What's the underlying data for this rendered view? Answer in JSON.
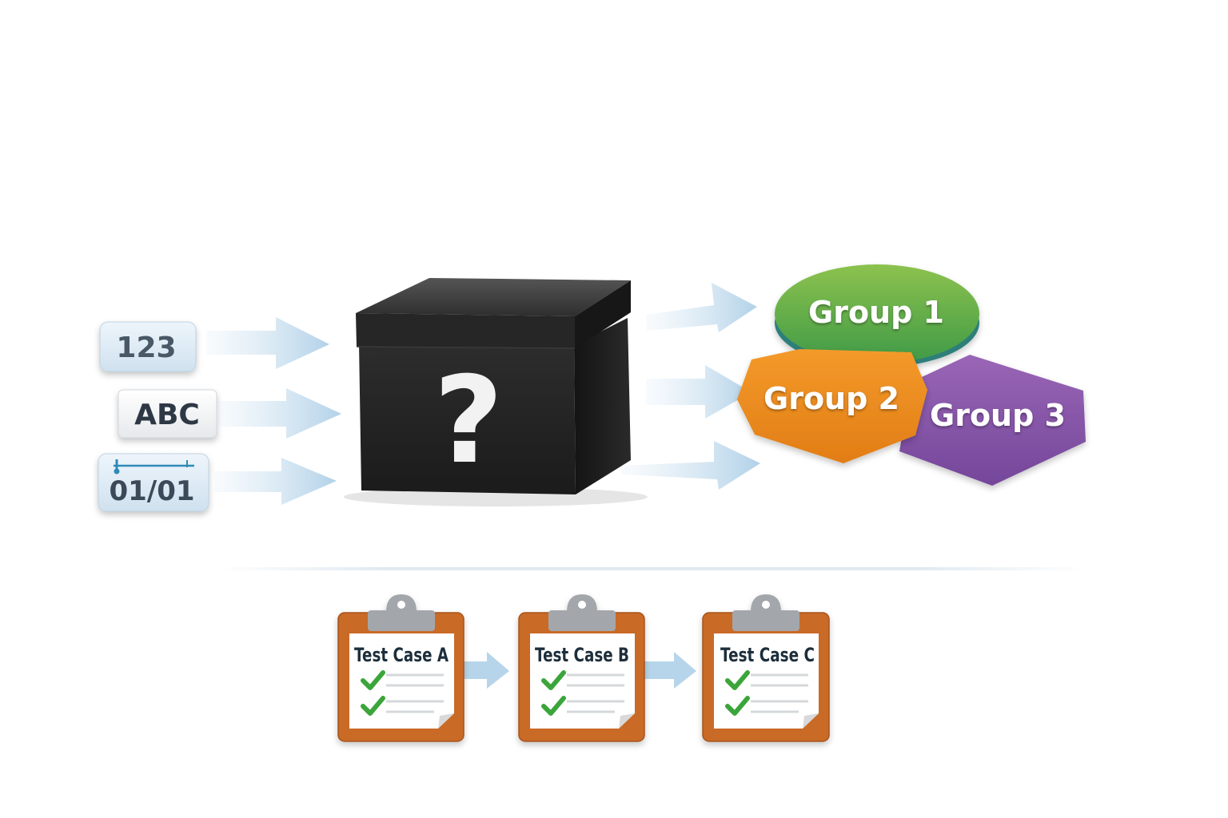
{
  "inputs": {
    "number": {
      "label": "123"
    },
    "text": {
      "label": "ABC"
    },
    "date": {
      "label": "01/01"
    }
  },
  "black_box": {
    "symbol": "?",
    "icon": "question-mark-icon"
  },
  "groups": [
    {
      "label": "Group 1",
      "color": "#5cae48",
      "shape": "ellipse"
    },
    {
      "label": "Group 2",
      "color": "#ef8d22",
      "shape": "hexagon"
    },
    {
      "label": "Group 3",
      "color": "#8a58a8",
      "shape": "hexagon"
    }
  ],
  "test_cases": [
    {
      "label": "Test Case A",
      "checks": 2
    },
    {
      "label": "Test Case B",
      "checks": 2
    },
    {
      "label": "Test Case C",
      "checks": 2
    }
  ],
  "colors": {
    "arrow": "#b9d6ea",
    "box": "#222222",
    "clipboard": "#c96a28",
    "check": "#3aa53a"
  }
}
